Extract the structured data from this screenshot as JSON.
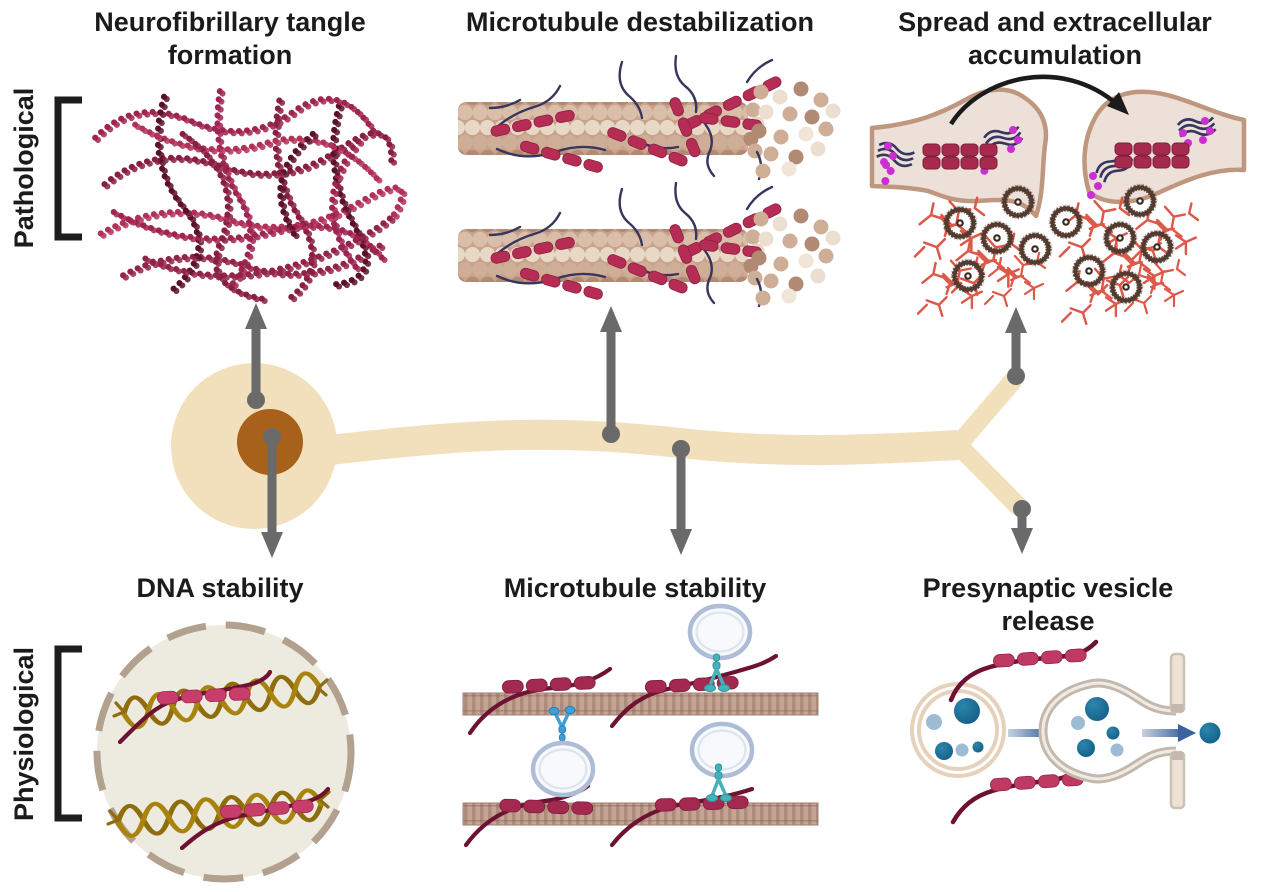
{
  "side_labels": {
    "pathological": "Pathological",
    "physiological": "Physiological"
  },
  "panels": {
    "neurofibrillary": {
      "title_lines": [
        "Neurofibrillary tangle",
        "formation"
      ]
    },
    "destabilization": {
      "title_lines": [
        "Microtubule destabilization"
      ]
    },
    "spread": {
      "title_lines": [
        "Spread and extracellular",
        "accumulation"
      ]
    },
    "dna": {
      "title_lines": [
        "DNA stability"
      ]
    },
    "stability": {
      "title_lines": [
        "Microtubule stability"
      ]
    },
    "presynaptic": {
      "title_lines": [
        "Presynaptic vesicle release"
      ]
    }
  },
  "colors": {
    "title_text": "#1b1b1b",
    "bracket": "#1d1d1d",
    "arrow_gray": "#6a6a6a",
    "neuron_tan": "#f2dfbb",
    "nucleus_brown": "#a8611b",
    "tangle_crimson": "#a02450",
    "tau_segment_crimson": "#b52c55",
    "tau_line_maroon": "#6e1233",
    "navy_filament": "#36365e",
    "magenta_phospho": "#cb2fd3",
    "microtubule_sphere_tan": "#cfae97",
    "bouton_fill": "#ece0d8",
    "bouton_outline": "#bf977f",
    "ghost_tangle_brown": "#543b2f",
    "fibril_mesh_red": "#dd5848",
    "dna_gold": "#8f6d0c",
    "nuclear_membrane_tan": "#b1a18e",
    "nucleus_fill": "#edebe0",
    "kinesin_blue": "#3e9ed8",
    "motor_teal": "#45b2ba",
    "vesicle_outline_blue": "#aebdd6",
    "synaptic_vesicle_blue": "#15678f",
    "release_arrow_blue": "#38639c",
    "spread_arrow_black": "#1b1b1b"
  }
}
